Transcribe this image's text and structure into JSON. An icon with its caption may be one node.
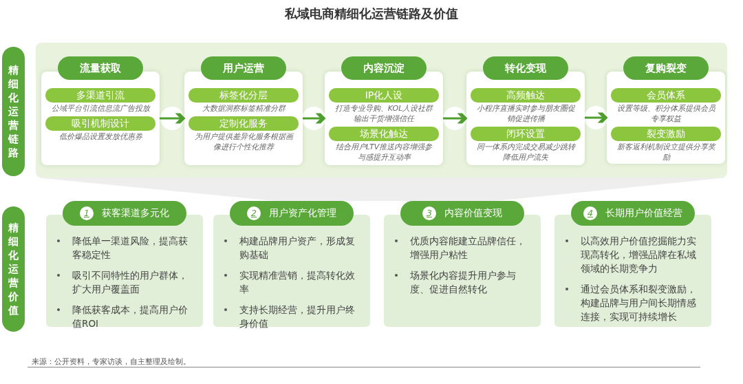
{
  "diagram": {
    "title": "私域电商精细化运营链路及价值",
    "nodes": [
      {
        "text": [
          "精细化运营链路"
        ]
      },
      {
        "text": [
          "流量获取",
          "多渠道引流",
          "公域平台引流信息流广告投放",
          "吸引机制设计",
          "低价爆品设置发放优惠券"
        ]
      },
      {
        "text": [
          "用户运营",
          "标签化分层",
          "大数据洞察标签精准分群",
          "定制化服务",
          "为用户提供差异化服务根据画像进行个性化推荐"
        ]
      },
      {
        "text": [
          "内容沉淀",
          "IP化人设",
          "打造专业导购、KOL人设社群输出干货增强信任",
          "场景化触达",
          "结合用户LTV推送内容增强参与感提升互动率"
        ]
      },
      {
        "text": [
          "转化变现",
          "高频触达",
          "小程序直播实时参与朋友圈促销促进传播",
          "闭环设置",
          "同一体系内完成交易减少跳转降低用户流失"
        ]
      },
      {
        "text": [
          "复购裂变",
          "会员体系",
          "设置等级、积分体系提供会员专享权益",
          "裂变激励",
          "新客返利机制设立提供分享奖励"
        ]
      },
      {
        "text": [
          "精细化运营价值"
        ]
      },
      {
        "text": [
          "1",
          "获客渠道多元化",
          "降低单一渠道风险，提高获客稳定性",
          "吸引不同特性的用户群体，扩大用户覆盖面",
          "降低获客成本，提高用户价值ROI"
        ]
      },
      {
        "text": [
          "2",
          "用户资产化管理",
          "构建品牌用户资产，形成复购基础",
          "实现精准营销，提高转化效率",
          "支持长期经营，提升用户终身价值"
        ]
      },
      {
        "text": [
          "3",
          "内容价值变现",
          "优质内容能建立品牌信任，增强用户粘性",
          "场景化内容提升用户参与度、促进自然转化"
        ]
      },
      {
        "text": [
          "4",
          "长期用户价值经营",
          "以高效用户价值挖掘能力实现高转化，增强品牌在私域领域的长期竞争力",
          "通过会员体系和裂变激励，构建品牌与用户间长期情感连接，实现可持续增长"
        ]
      }
    ],
    "edges": [
      {
        "from": 1,
        "to": 2,
        "arrow": "to"
      },
      {
        "from": 2,
        "to": 3,
        "arrow": "to"
      },
      {
        "from": 3,
        "to": 4,
        "arrow": "to"
      },
      {
        "from": 4,
        "to": 5,
        "arrow": "to"
      }
    ],
    "labels": [
      "来源：公开资料，专家访谈，自主整理及绘制。"
    ]
  }
}
